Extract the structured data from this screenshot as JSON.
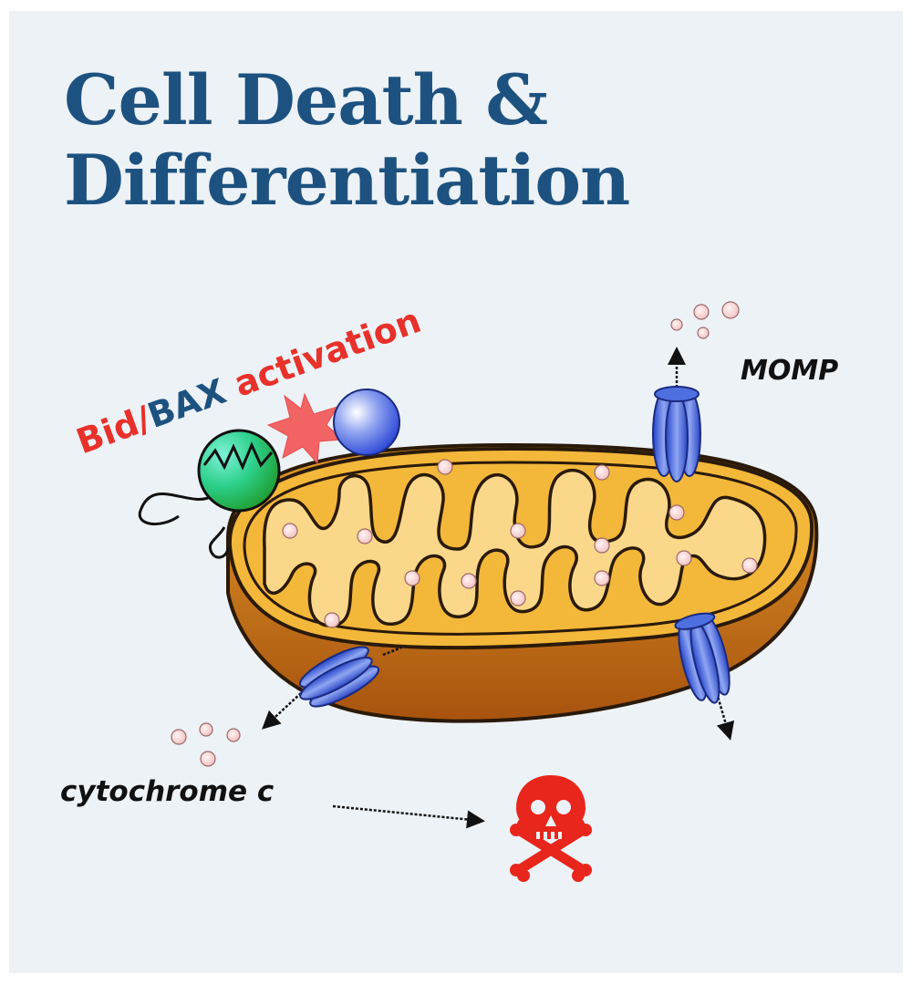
{
  "title": {
    "line1": "Cell Death &",
    "line2": "Differentiation"
  },
  "labels": {
    "bid": "Bid/",
    "bax": "BAX",
    "activation": " activation",
    "momp": "MOMP",
    "cytochrome": "cytochrome c"
  },
  "colors": {
    "title": "#1d5280",
    "bid": "#e8312a",
    "bax": "#1d5280",
    "activation": "#e8312a",
    "outer_membrane": "#f3b73a",
    "matrix": "#fbd78a",
    "cristae_outline": "#2a1a0a",
    "cytochrome_particle": "#f7d3d3",
    "skull": "#e8261c",
    "channel": "#3b5fd9"
  },
  "icons": [
    "skull-crossbones-icon",
    "channel-pore-icon",
    "explosion-star-icon"
  ]
}
